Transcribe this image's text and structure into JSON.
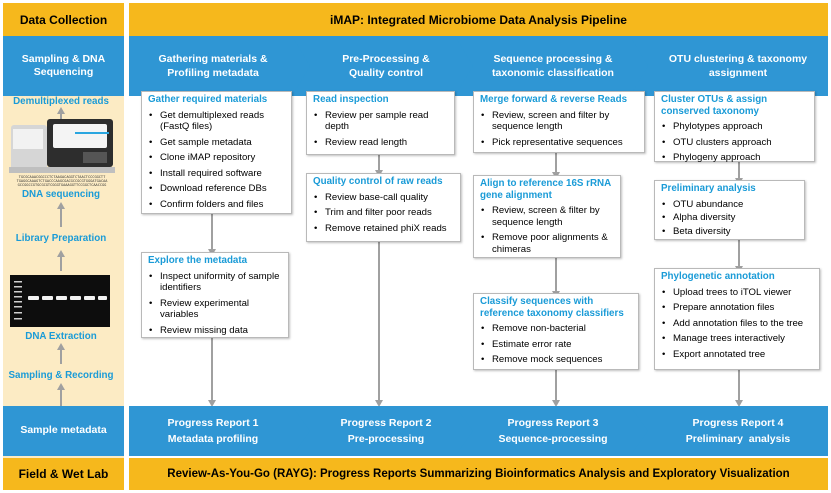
{
  "header": {
    "left": "Data Collection",
    "title": "iMAP: Integrated Microbiome Data Analysis Pipeline"
  },
  "stages": {
    "left": "Sampling & DNA Sequencing",
    "s1": "Gathering materials & Profiling metadata",
    "s2": "Pre-Processing & Quality control",
    "s3": "Sequence processing & taxonomic classification",
    "s4": "OTU clustering & taxonomy assignment"
  },
  "left_panel": {
    "demux": "Demultiplexed reads",
    "dna_seq": "DNA sequencing",
    "library": "Library Preparation",
    "extraction": "DNA Extraction",
    "sampling": "Sampling & Recording",
    "seq_text": [
      "TGCGCAAACGGCCCTCTAAGACAGGTCTAACTCCCGGCTT",
      "TGAGGCAAAGTCTGACCCAAGCGACGCCGCGTGGGATGACAA",
      "GCCGGCCGTGCGCGTCGGGTGAAAGGTTCCGGCTCAACCGG"
    ]
  },
  "boxes": {
    "gather": {
      "title": "Gather required materials",
      "items": [
        "Get demultiplexed reads (FastQ files)",
        "Get sample metadata",
        "Clone iMAP repository",
        "Install required software",
        "Download reference DBs",
        "Confirm folders and files"
      ]
    },
    "explore": {
      "title": "Explore the metadata",
      "items": [
        "Inspect uniformity of sample identifiers",
        "Review experimental variables",
        "Review missing data"
      ]
    },
    "read_inspection": {
      "title": "Read inspection",
      "items": [
        "Review per sample read depth",
        "Review read length"
      ]
    },
    "qc_raw": {
      "title": "Quality control of raw reads",
      "items": [
        "Review base-call quality",
        "Trim and filter poor reads",
        "Remove retained phiX reads"
      ]
    },
    "merge": {
      "title": "Merge forward & reverse Reads",
      "items": [
        "Review, screen and filter by sequence length",
        "Pick representative sequences"
      ]
    },
    "align": {
      "title": "Align to reference 16S rRNA gene alignment",
      "items": [
        "Review, screen & filter by sequence length",
        "Remove poor alignments & chimeras"
      ]
    },
    "classify": {
      "title": "Classify sequences with reference taxonomy classifiers",
      "items": [
        "Remove non-bacterial",
        "Estimate error rate",
        "Remove mock sequences"
      ]
    },
    "cluster": {
      "title": "Cluster OTUs & assign conserved taxonomy",
      "items": [
        "Phylotypes approach",
        "OTU clusters approach",
        "Phylogeny approach"
      ]
    },
    "prelim": {
      "title": "Preliminary analysis",
      "items": [
        "OTU abundance",
        "Alpha diversity",
        "Beta diversity"
      ]
    },
    "phylo": {
      "title": "Phylogenetic annotation",
      "items": [
        "Upload trees to iTOL viewer",
        "Prepare annotation files",
        "Add annotation files to the tree",
        "Manage trees interactively",
        "Export annotated tree"
      ]
    }
  },
  "reports": {
    "left": "Sample metadata",
    "r1": {
      "title": "Progress Report 1",
      "sub": "Metadata profiling"
    },
    "r2": {
      "title": "Progress Report 2",
      "sub": "Pre-processing"
    },
    "r3": {
      "title": "Progress Report 3",
      "sub": "Sequence-processing"
    },
    "r4": {
      "title": "Progress Report 4",
      "sub": "Preliminary  analysis"
    }
  },
  "footer": {
    "left": "Field & Wet Lab",
    "title": "Review-As-You-Go (RAYG): Progress Reports Summarizing Bioinformatics Analysis and Exploratory Visualization"
  }
}
